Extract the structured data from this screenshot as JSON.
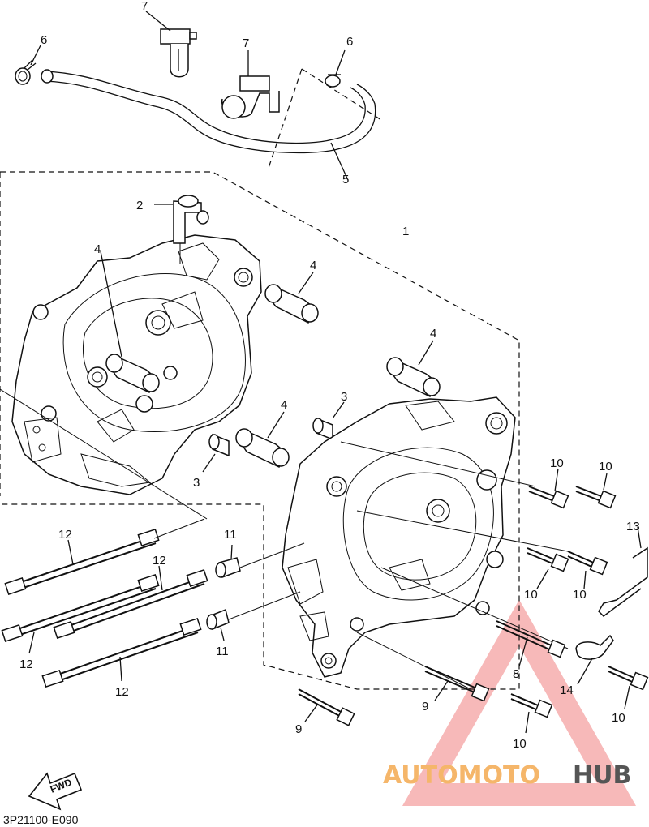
{
  "diagram_code": "3P21100-E090",
  "fwd_label": "FWD",
  "watermark": {
    "part1": "AUTOMOTO",
    "part2": "HUB",
    "color1": "#f5b66a",
    "color2": "#444444",
    "triangle_color": "#f08080"
  },
  "callouts": [
    "1",
    "2",
    "3",
    "3",
    "4",
    "4",
    "4",
    "4",
    "5",
    "6",
    "6",
    "7",
    "7",
    "8",
    "9",
    "9",
    "10",
    "10",
    "10",
    "10",
    "10",
    "10",
    "11",
    "11",
    "12",
    "12",
    "12",
    "12",
    "13",
    "14"
  ]
}
